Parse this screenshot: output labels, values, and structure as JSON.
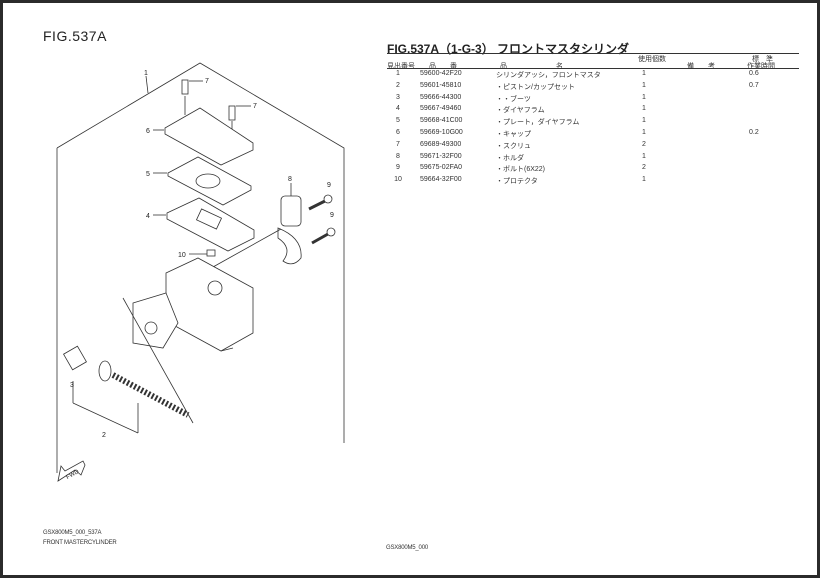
{
  "figure": {
    "title": "FIG.537A"
  },
  "diagram": {
    "callouts": [
      "1",
      "2",
      "3",
      "4",
      "5",
      "6",
      "7",
      "7",
      "8",
      "9",
      "9",
      "10"
    ],
    "arrow_label": "FWD"
  },
  "parts_table": {
    "title": "FIG.537A（1-G-3） フロントマスタシリンダ",
    "headers": {
      "ref_no": "見出番号",
      "part_no": "品　　番",
      "part_name": "品　　　　　　　名",
      "qty": "使用個数",
      "remarks": "備　　考",
      "std_time_1": "標　準",
      "std_time_2": "作業時間"
    },
    "rows": [
      {
        "no": "1",
        "part_no": "59600-42F20",
        "name": "シリンダアッシ，フロントマスタ",
        "qty": "1",
        "time": "0.6"
      },
      {
        "no": "2",
        "part_no": "59601-45810",
        "name": "・ピストン/カップセット",
        "qty": "1",
        "time": "0.7"
      },
      {
        "no": "3",
        "part_no": "59666-44300",
        "name": "・・ブーツ",
        "qty": "1",
        "time": ""
      },
      {
        "no": "4",
        "part_no": "59667-49460",
        "name": "・ダイヤフラム",
        "qty": "1",
        "time": ""
      },
      {
        "no": "5",
        "part_no": "59668-41C00",
        "name": "・プレート，ダイヤフラム",
        "qty": "1",
        "time": ""
      },
      {
        "no": "6",
        "part_no": "59669-10G00",
        "name": "・キャップ",
        "qty": "1",
        "time": "0.2"
      },
      {
        "no": "7",
        "part_no": "69689-49300",
        "name": "・スクリュ",
        "qty": "2",
        "time": ""
      },
      {
        "no": "8",
        "part_no": "59671-32F00",
        "name": "・ホルダ",
        "qty": "1",
        "time": ""
      },
      {
        "no": "9",
        "part_no": "59675-02FA0",
        "name": "・ボルト(6X22)",
        "qty": "2",
        "time": ""
      },
      {
        "no": "10",
        "part_no": "59664-32F00",
        "name": "・プロテクタ",
        "qty": "1",
        "time": ""
      }
    ]
  },
  "footer": {
    "code": "GSX800M5_000_537A",
    "name": "FRONT MASTERCYLINDER",
    "model": "GSX800M5_000"
  }
}
